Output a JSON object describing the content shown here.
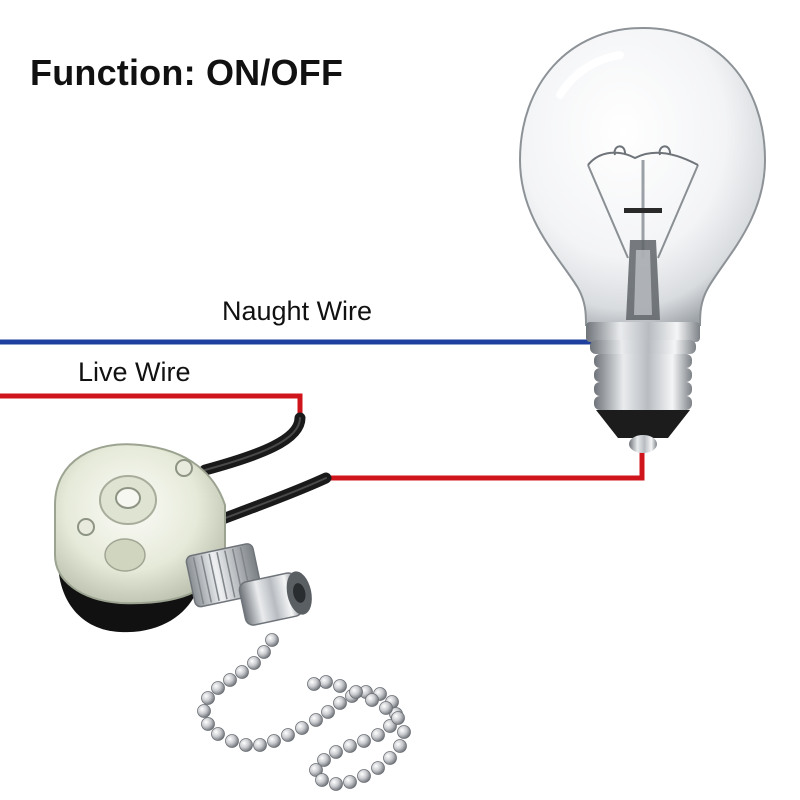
{
  "title": "Function: ON/OFF",
  "labels": {
    "naught_wire": "Naught Wire",
    "live_wire": "Live Wire"
  },
  "colors": {
    "naught_wire": "#1f3f9e",
    "live_wire": "#d0141c",
    "switch_lead": "#1a1a1a",
    "chain": "#c9cbcf"
  },
  "icons": [
    "light-bulb-icon",
    "pull-chain-switch-icon",
    "bead-chain-icon"
  ]
}
